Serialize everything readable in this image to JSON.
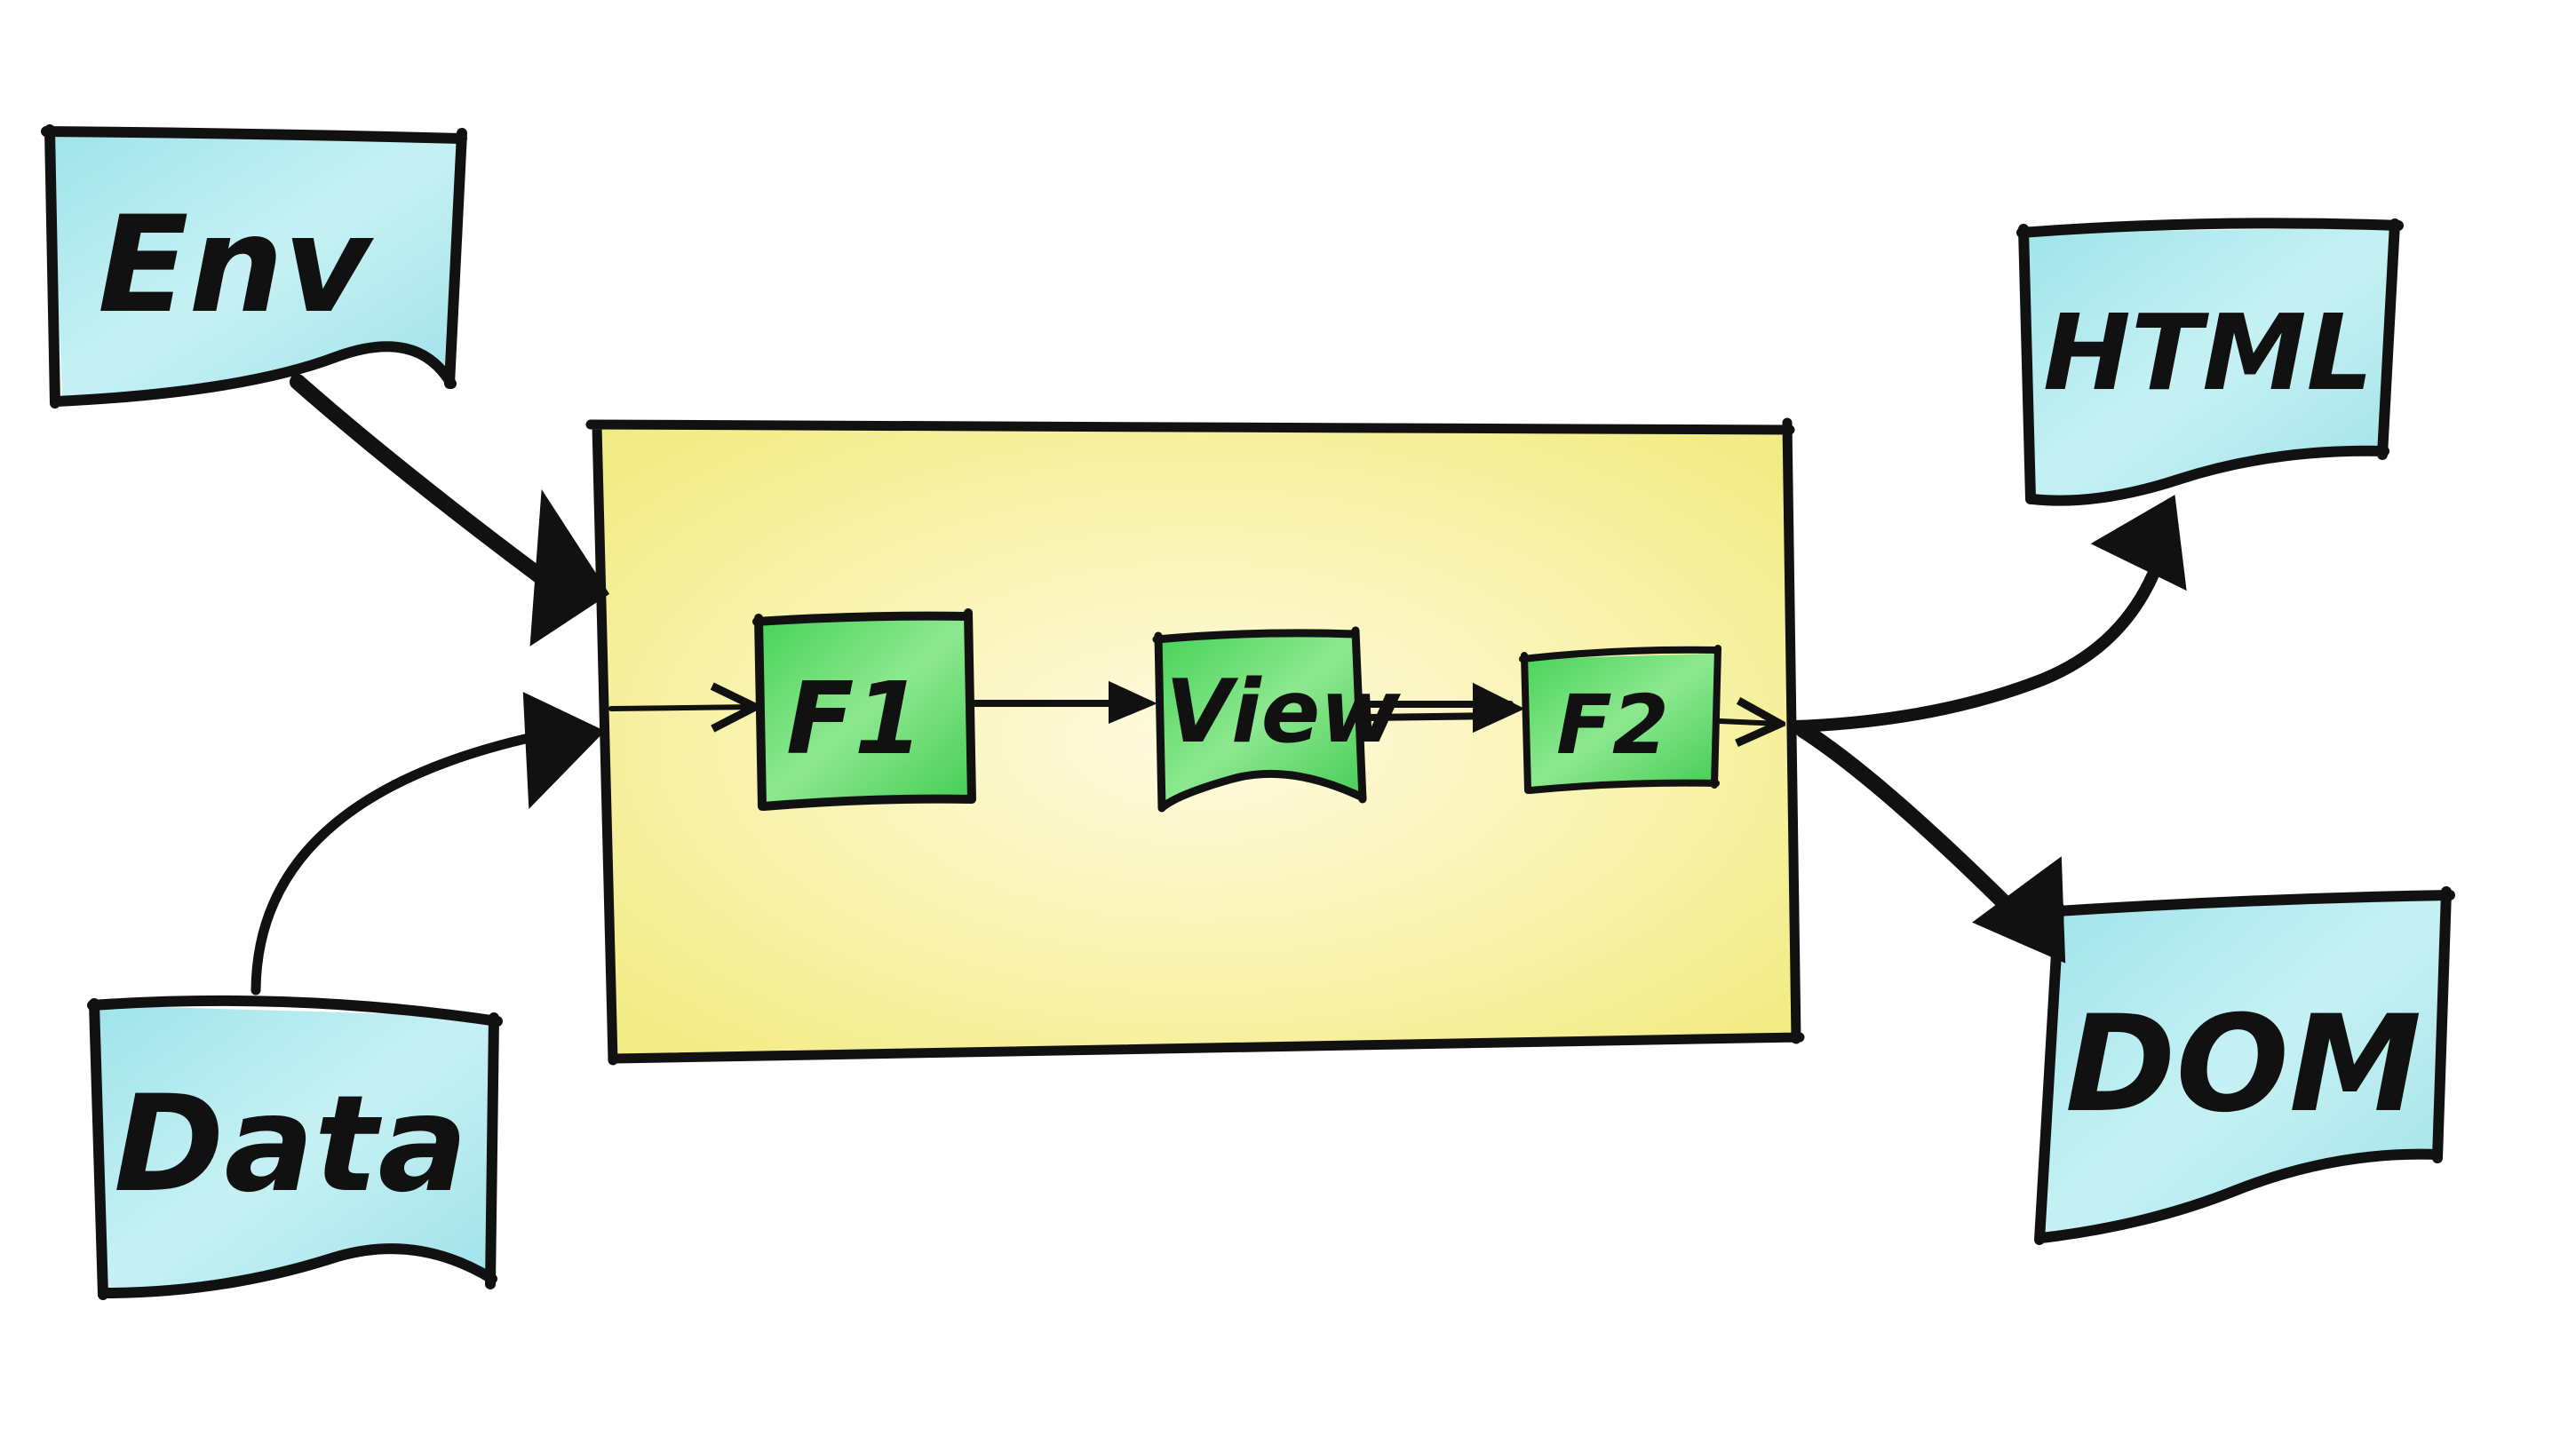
{
  "inputs": {
    "env": {
      "label": "Env"
    },
    "data": {
      "label": "Data"
    }
  },
  "process": {
    "steps": [
      {
        "label": "F1"
      },
      {
        "label": "View"
      },
      {
        "label": "F2"
      }
    ]
  },
  "outputs": {
    "html": {
      "label": "HTML"
    },
    "dom": {
      "label": "DOM"
    }
  },
  "colors": {
    "document_fill": "#aee9ee",
    "step_fill": "#5fd86a",
    "container_fill": "#f7f3a8",
    "stroke": "#111111"
  }
}
